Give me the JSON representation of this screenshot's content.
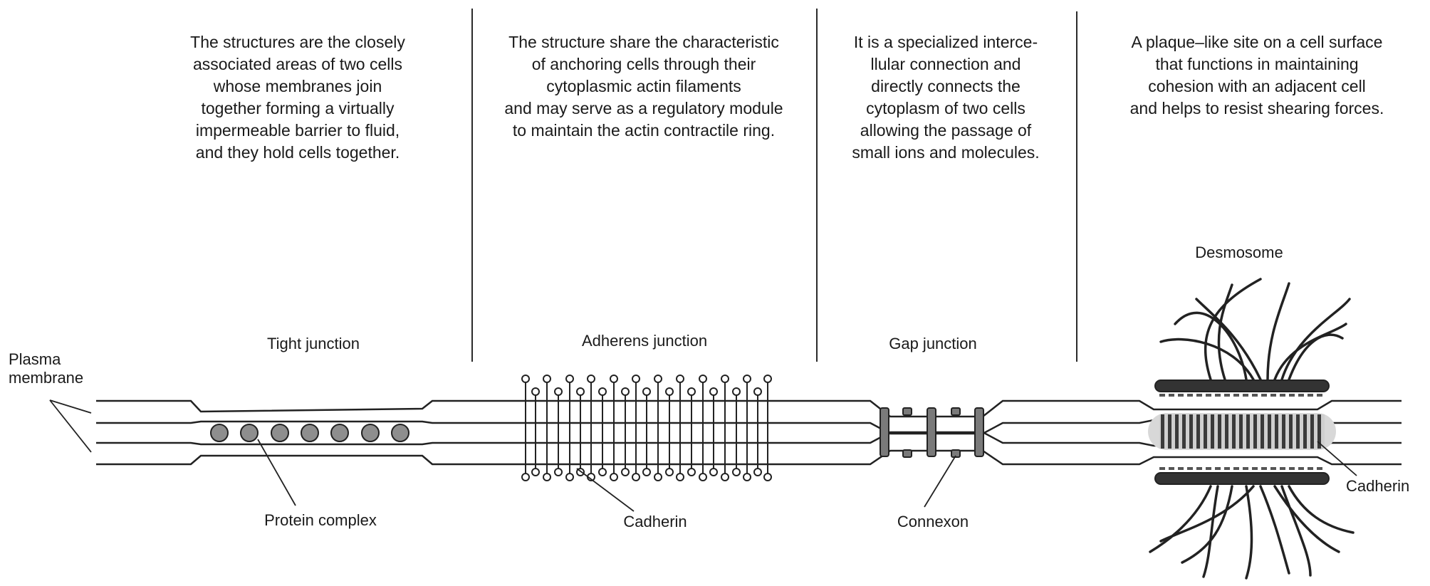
{
  "descriptions": {
    "tight": "The structures are the closely\nassociated areas of two cells\nwhose membranes join\ntogether forming a virtually\nimpermeable barrier to fluid,\nand they hold cells together.",
    "adherens": "The structure share the characteristic\nof anchoring cells through their\ncytoplasmic actin filaments\nand may serve as a regulatory module\nto maintain the actin contractile ring.",
    "gap": "It is a specialized interce-\nllular connection and\ndirectly connects the\ncytoplasm of two cells\nallowing the passage of\nsmall ions and molecules.",
    "desmosome": "A plaque‒like site on a cell surface\nthat functions in maintaining\ncohesion with an adjacent cell\nand helps to resist shearing forces."
  },
  "titles": {
    "tight": "Tight junction",
    "adherens": "Adherens junction",
    "gap": "Gap junction",
    "desmosome": "Desmosome"
  },
  "labels": {
    "plasma_membrane": "Plasma\nmembrane",
    "protein_complex": "Protein complex",
    "cadherin_adherens": "Cadherin",
    "connexon": "Connexon",
    "cadherin_desmosome": "Cadherin"
  }
}
